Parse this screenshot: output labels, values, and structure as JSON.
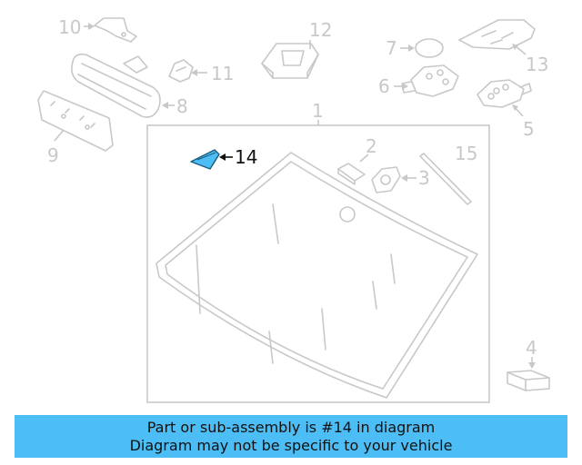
{
  "diagram": {
    "highlight_color": "#4dbef5",
    "line_color": "#c8c8c8",
    "callouts": [
      {
        "id": "1",
        "label": "1"
      },
      {
        "id": "2",
        "label": "2"
      },
      {
        "id": "3",
        "label": "3"
      },
      {
        "id": "4",
        "label": "4"
      },
      {
        "id": "5",
        "label": "5"
      },
      {
        "id": "6",
        "label": "6"
      },
      {
        "id": "7",
        "label": "7"
      },
      {
        "id": "8",
        "label": "8"
      },
      {
        "id": "9",
        "label": "9"
      },
      {
        "id": "10",
        "label": "10"
      },
      {
        "id": "11",
        "label": "11"
      },
      {
        "id": "12",
        "label": "12"
      },
      {
        "id": "13",
        "label": "13"
      },
      {
        "id": "14",
        "label": "14",
        "highlighted": true
      },
      {
        "id": "15",
        "label": "15"
      }
    ]
  },
  "banner": {
    "line1": "Part or sub-assembly is #14 in diagram",
    "line2": "Diagram may not be specific to your vehicle",
    "background": "#4dbef5"
  }
}
